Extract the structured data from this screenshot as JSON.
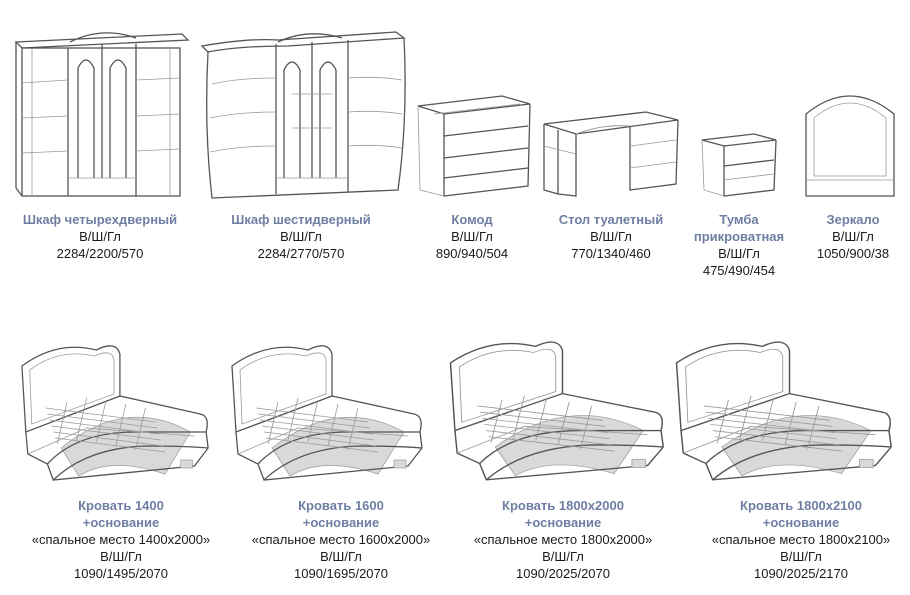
{
  "products": [
    {
      "name": "Шкаф четырехдверный",
      "dims_label": "В/Ш/Гл",
      "dims": "2284/2200/570"
    },
    {
      "name": "Шкаф шестидверный",
      "dims_label": "В/Ш/Гл",
      "dims": "2284/2770/570"
    },
    {
      "name": "Комод",
      "dims_label": "В/Ш/Гл",
      "dims": "890/940/504"
    },
    {
      "name": "Стол туалетный",
      "dims_label": "В/Ш/Гл",
      "dims": "770/1340/460"
    },
    {
      "name_line1": "Тумба",
      "name_line2": "прикроватная",
      "dims_label": "В/Ш/Гл",
      "dims": "475/490/454"
    },
    {
      "name": "Зеркало",
      "dims_label": "В/Ш/Гл",
      "dims": "1050/900/38"
    }
  ],
  "beds": [
    {
      "name_line1": "Кровать 1400",
      "name_line2": "+основание",
      "sleeping": "«спальное место 1400х2000»",
      "dims_label": "В/Ш/Гл",
      "dims": "1090/1495/2070"
    },
    {
      "name_line1": "Кровать 1600",
      "name_line2": "+основание",
      "sleeping": "«спальное место 1600х2000»",
      "dims_label": "В/Ш/Гл",
      "dims": "1090/1695/2070"
    },
    {
      "name_line1": "Кровать 1800х2000",
      "name_line2": "+основание",
      "sleeping": "«спальное место 1800х2000»",
      "dims_label": "В/Ш/Гл",
      "dims": "1090/2025/2070"
    },
    {
      "name_line1": "Кровать 1800х2100",
      "name_line2": "+основание",
      "sleeping": "«спальное место 1800х2100»",
      "dims_label": "В/Ш/Гл",
      "dims": "1090/2025/2170"
    }
  ]
}
